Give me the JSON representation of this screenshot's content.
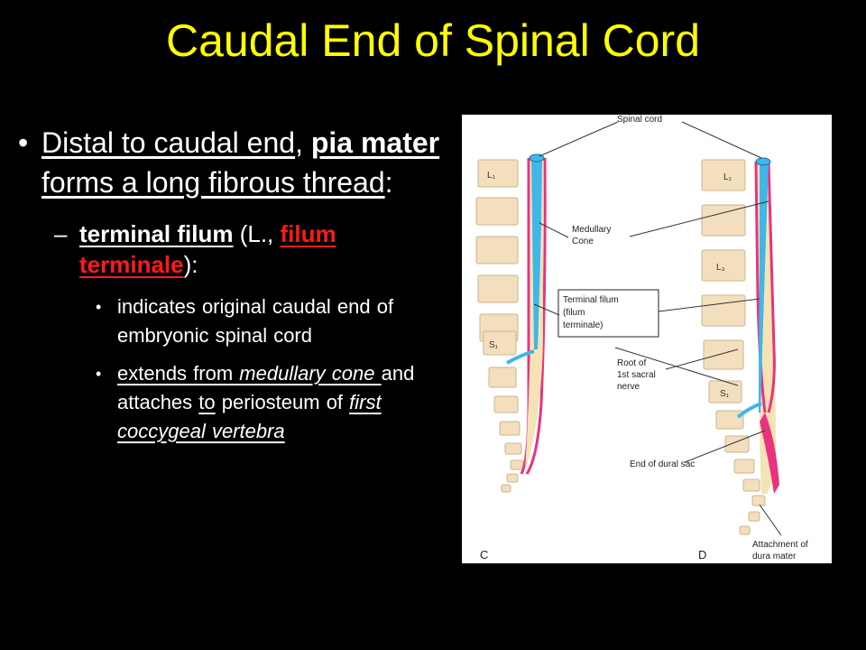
{
  "title": "Caudal End of Spinal Cord",
  "bullets": {
    "level1": {
      "marker": "•",
      "part1": "Distal to caudal end",
      "part2": ",",
      "part3": "pia mater",
      "part4": " forms a long fibrous thread",
      "part5": ":"
    },
    "level2": {
      "marker": "–",
      "part1": "terminal filum",
      "part2": " (L., ",
      "part3": "filum terminale",
      "part4": "):"
    },
    "level3": [
      {
        "marker": "•",
        "text": "indicates original caudal end of embryonic spinal cord"
      },
      {
        "marker": "•",
        "part1": "extends from ",
        "part2": "medullary cone ",
        "part3": "and attaches ",
        "part4": "to",
        "part5": " periosteum of ",
        "part6": "first coccygeal vertebra"
      }
    ]
  },
  "figure": {
    "labels": {
      "spinal_cord": "Spinal cord",
      "medullary_cone_1": "Medullary",
      "medullary_cone_2": "Cone",
      "terminal_filum_1": "Terminal filum",
      "terminal_filum_2": "(filum",
      "terminal_filum_3": "terminale)",
      "root_1": "Root of",
      "root_2": "1st sacral",
      "root_3": "nerve",
      "end_dural_sac": "End of dural sac",
      "attachment_1": "Attachment of",
      "attachment_2": "dura mater",
      "panel_c": "C",
      "panel_d": "D"
    },
    "vertebra_labels": {
      "c_l1": "L₁",
      "c_s1": "S₁",
      "d_l1": "L₁",
      "d_l3": "L₃",
      "d_s1": "S₁"
    },
    "colors": {
      "cord": "#3fb7e8",
      "dura": "#e8337e",
      "vertebra": "#f3dfbd",
      "title": "#ffff00"
    }
  }
}
